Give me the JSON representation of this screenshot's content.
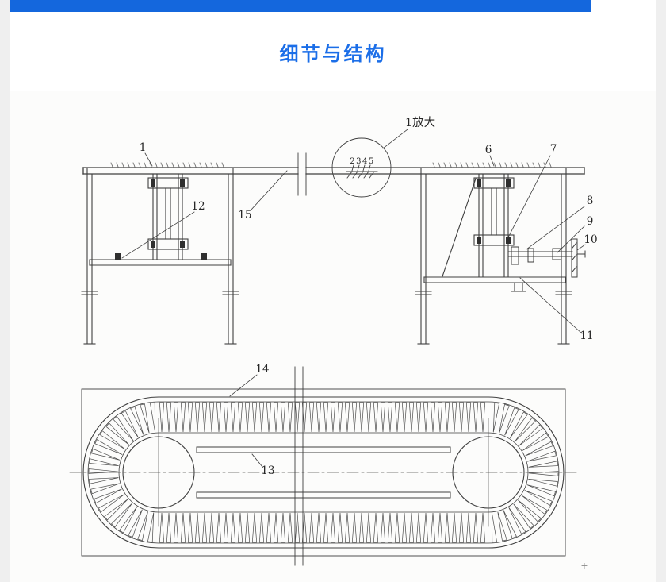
{
  "colors": {
    "accent": "#1b6ee8",
    "top_bar": "#1467dd",
    "line": "#3f3f3f"
  },
  "header": {
    "title": "细节与结构"
  },
  "drawing": {
    "elevation": {
      "part1": "1",
      "part6": "6",
      "part7": "7",
      "part8": "8",
      "part9": "9",
      "part10": "10",
      "part11": "11",
      "part12": "12",
      "part15": "15",
      "detail_callout": "1放大",
      "detail_parts": "2345"
    },
    "plan": {
      "part13": "13",
      "part14": "14"
    },
    "corner_mark": "+"
  }
}
